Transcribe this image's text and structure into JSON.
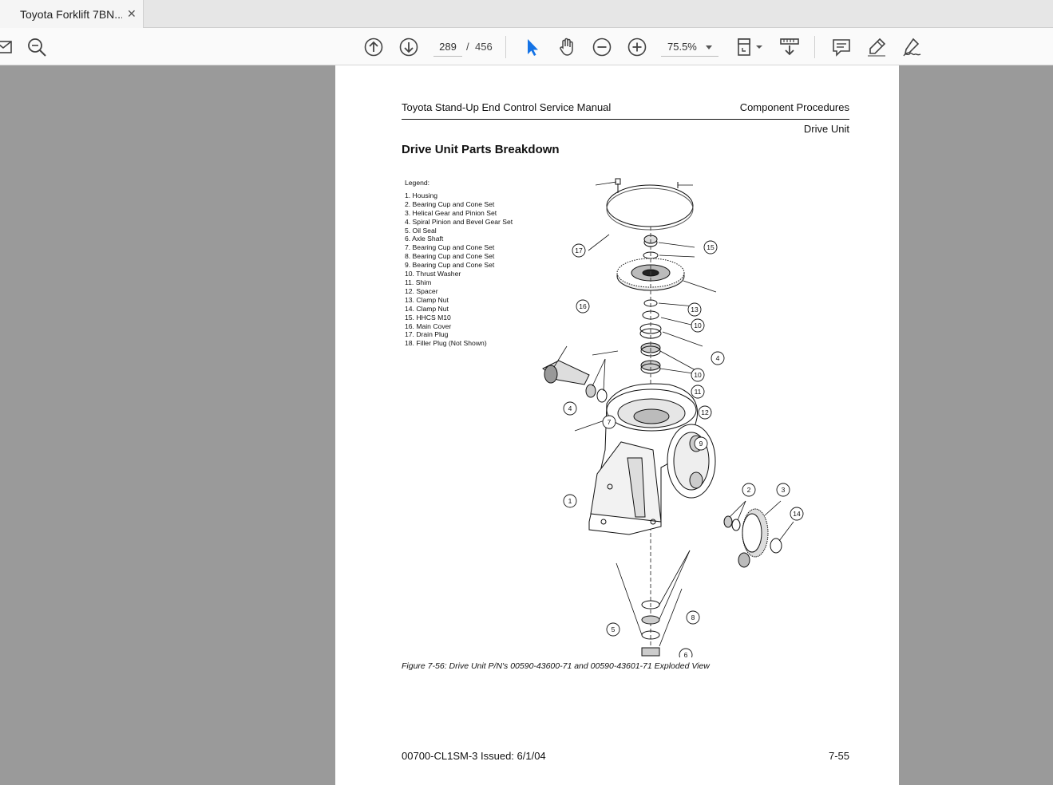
{
  "tab": {
    "title": "Toyota Forklift 7BN...",
    "close_glyph": "✕"
  },
  "toolbar": {
    "page_current": "289",
    "page_separator": "/",
    "page_total": "456",
    "zoom": "75.5%",
    "icons": [
      "mail-icon",
      "zoom-search-icon",
      "prev-page-icon",
      "next-page-icon",
      "select-cursor-icon",
      "hand-tool-icon",
      "zoom-out-icon",
      "zoom-in-icon",
      "page-fit-icon",
      "scroll-mode-icon",
      "comment-icon",
      "highlight-pen-icon",
      "sign-icon"
    ],
    "accent_color": "#1473e6"
  },
  "page": {
    "header_left": "Toyota Stand-Up End Control Service Manual",
    "header_right": "Component Procedures",
    "header_sub": "Drive Unit",
    "section_title": "Drive Unit Parts Breakdown",
    "legend_title": "Legend:",
    "legend": [
      "1. Housing",
      "2. Bearing Cup and Cone Set",
      "3. Helical Gear and Pinion Set",
      "4. Spiral Pinion and Bevel Gear Set",
      "5. Oil Seal",
      "6. Axle Shaft",
      "7. Bearing Cup and Cone Set",
      "8. Bearing Cup and Cone Set",
      "9. Bearing Cup and Cone Set",
      "10. Thrust Washer",
      "11. Shim",
      "12. Spacer",
      "13. Clamp Nut",
      "14. Clamp Nut",
      "15. HHCS M10",
      "16. Main Cover",
      "17. Drain Plug",
      "18. Filler Plug (Not Shown)"
    ],
    "callouts": [
      "17",
      "15",
      "16",
      "13",
      "10",
      "4",
      "10",
      "11",
      "12",
      "4",
      "7",
      "9",
      "1",
      "2",
      "3",
      "14",
      "8",
      "5",
      "6"
    ],
    "caption": "Figure 7-56:  Drive Unit P/N's 00590-43600-71 and 00590-43601-71 Exploded View",
    "footer_left": "00700-CL1SM-3 Issued: 6/1/04",
    "footer_right": "7-55"
  }
}
